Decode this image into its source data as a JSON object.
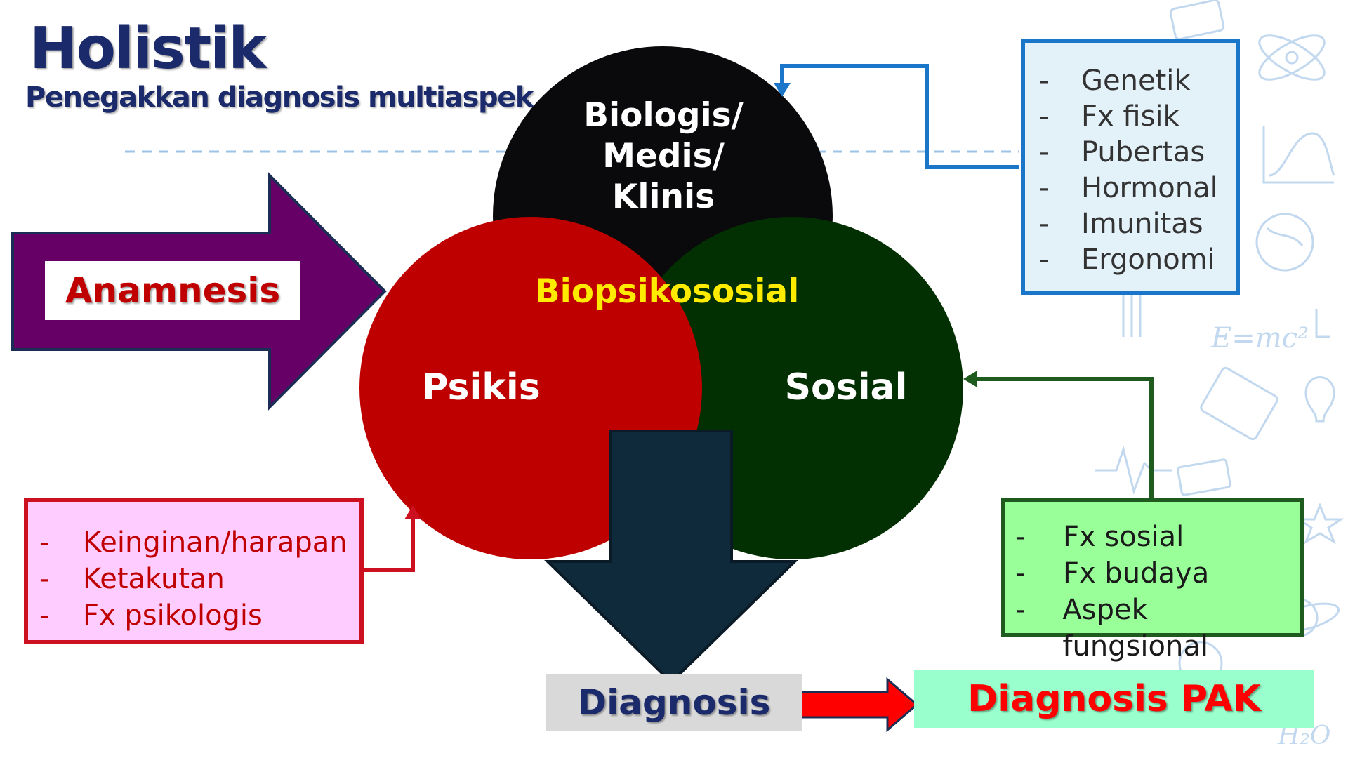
{
  "title": "Holistik",
  "subtitle": "Penegakkan diagnosis multiaspek",
  "circles": {
    "biologis": "Biologis/ Medis/ Klinis",
    "psikis": "Psikis",
    "sosial": "Sosial",
    "center": "Biopsikososial"
  },
  "anamnesis": "Anamnesis",
  "boxes": {
    "biologis_factors": {
      "dash": "-",
      "items": [
        "Genetik",
        "Fx fisik",
        "Pubertas",
        "Hormonal",
        "Imunitas",
        "Ergonomi"
      ]
    },
    "psikis_factors": {
      "dash": "-",
      "items": [
        "Keinginan/harapan",
        "Ketakutan",
        "Fx psikologis"
      ]
    },
    "sosial_factors": {
      "dash": "-",
      "items": [
        "Fx sosial",
        "Fx budaya",
        "Aspek fungsional"
      ]
    }
  },
  "diagnosis": "Diagnosis",
  "diagnosis_pak": "Diagnosis PAK",
  "colors": {
    "title": "#1b2a6b",
    "biologis_circle": "#0a0a0c",
    "psikis_circle": "#be0000",
    "sosial_circle": "#033003",
    "center_text": "#ffeb00",
    "anamnesis_arrow": "#660066",
    "diagnosis_arrow": "#0f2a3a",
    "pak_arrow": "#ff0000",
    "bio_box_border": "#1976c9",
    "psi_box_border": "#cc1020",
    "sos_box_border": "#1f5a1f"
  }
}
